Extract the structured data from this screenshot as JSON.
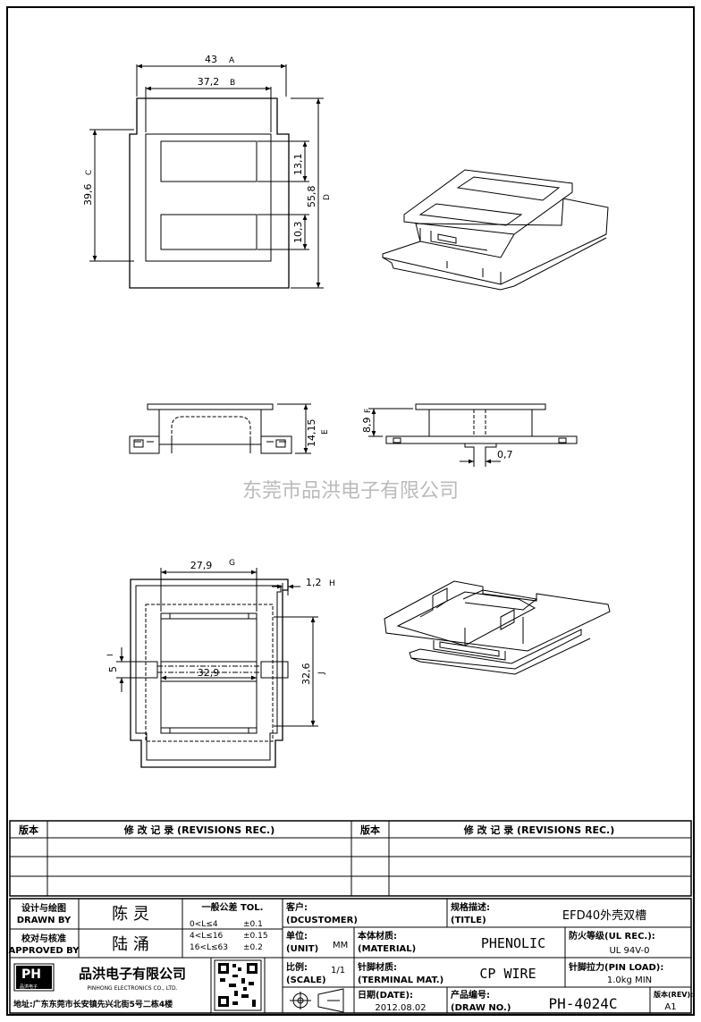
{
  "dimensions": {
    "top_width": "43",
    "top_width_ref": "A",
    "top_inner_width": "37,2",
    "top_inner_width_ref": "B",
    "top_height": "39,6",
    "top_height_ref": "C",
    "top_total_height": "55,8",
    "top_total_height_ref": "D",
    "window_upper": "13,1",
    "window_lower": "10,3",
    "side_height": "14,15",
    "side_height_ref": "E",
    "front_height": "8,9",
    "front_height_ref": "F",
    "pin_width": "0,7",
    "bottom_width": "27,9",
    "bottom_width_ref": "G",
    "wall": "1,2",
    "wall_ref": "H",
    "slot": "5",
    "slot_ref": "I",
    "bottom_inner": "32,9",
    "bottom_height": "32,6",
    "bottom_height_ref": "J"
  },
  "watermark": "东莞市品洪电子有限公司",
  "revisions": {
    "ver_label": "版本",
    "rec_label": "修 改 记 录 (REVISIONS REC.)"
  },
  "title_block": {
    "drawn_by_label": "设计与绘图",
    "drawn_by_label_en": "DRAWN BY",
    "drawn_by": "陈 灵",
    "approved_label": "校对与核准",
    "approved_label_en": "APPROVED BY",
    "approved_by": "陆 涌",
    "tol_label": "一般公差 TOL.",
    "tol_rows": [
      {
        "range": "0<L≤4",
        "tol": "±0.1"
      },
      {
        "range": "4<L≤16",
        "tol": "±0.15"
      },
      {
        "range": "16<L≤63",
        "tol": "±0.2"
      }
    ],
    "customer_label": "客户:",
    "customer_label_en": "(DCUSTOMER)",
    "title_label": "规格描述:",
    "title_label_en": "(TITLE)",
    "title": "EFD40外壳双槽",
    "unit_label": "单位:",
    "unit_label_en": "(UNIT)",
    "unit": "MM",
    "material_label": "本体材质:",
    "material_label_en": "(MATERIAL)",
    "material": "PHENOLIC",
    "ul_label": "防火等级(UL REC.):",
    "ul": "UL 94V-0",
    "scale_label": "比例:",
    "scale_label_en": "(SCALE)",
    "scale": "1/1",
    "terminal_label": "针脚材质:",
    "terminal_label_en": "(TERMINAL MAT.)",
    "terminal": "CP WIRE",
    "pin_load_label": "针脚拉力(PIN LOAD):",
    "pin_load": "1.0kg MIN",
    "company_name": "品洪电子有限公司",
    "company_en": "PINHONG ELECTRONICS CO., LTD.",
    "address": "地址:广东东莞市长安镇先兴北街5号二栋4楼",
    "logo_text": "PH",
    "logo_sub": "品洪电子",
    "date_label": "日期(DATE):",
    "date": "2012.08.02",
    "drawno_label": "产品编号:",
    "drawno_label_en": "(DRAW NO.)",
    "drawno": "PH-4024C",
    "rev_label": "版本(REV):",
    "rev": "A1"
  }
}
